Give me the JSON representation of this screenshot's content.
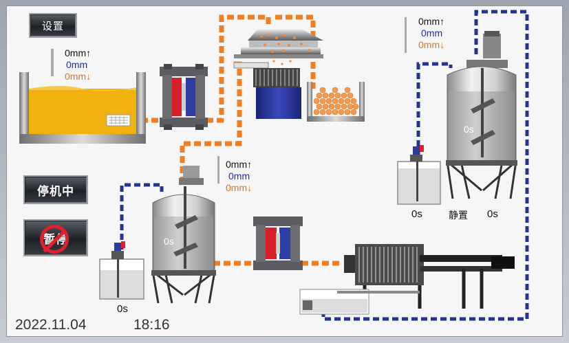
{
  "buttons": {
    "settings": "设置",
    "status": "停机中",
    "pause": "暂停"
  },
  "hopper_level": {
    "high": "0mm↑",
    "current": "0mm",
    "low": "0mm↓"
  },
  "mixer1_level": {
    "high": "0mm↑",
    "current": "0mm",
    "low": "0mm↓"
  },
  "mixer2_level": {
    "high": "0mm↑",
    "current": "0mm",
    "low": "0mm↓"
  },
  "mixer1_timer": "0s",
  "mixer2_timer": "0s",
  "dosing1_timer": "0s",
  "dosing2_timer": "0s",
  "mixer2_state": "静置",
  "mixer2_state_timer": "0s",
  "footer": {
    "date": "2022.11.04",
    "time": "18:16"
  },
  "colors": {
    "pipe_orange": "#f07e22",
    "pipe_blue": "#26338f",
    "liquid_yellow": "#f1b10e",
    "pump_red": "#e0202c"
  }
}
